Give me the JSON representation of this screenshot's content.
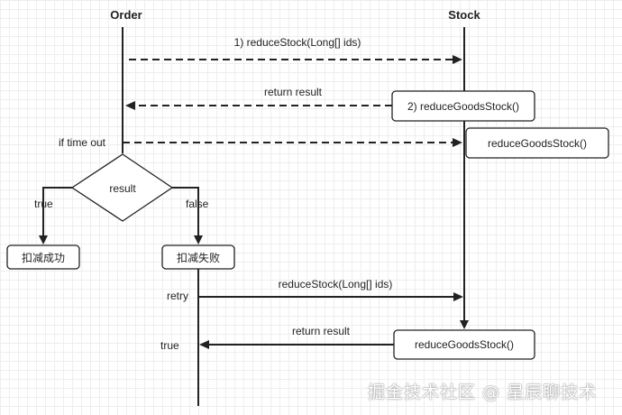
{
  "participants": {
    "order": "Order",
    "stock": "Stock"
  },
  "messages": {
    "m1": "1) reduceStock(Long[] ids)",
    "m2": "return result",
    "m3": "if time out",
    "m4": "reduceStock(Long[] ids)",
    "m5": "return result"
  },
  "boxes": {
    "b1": "2) reduceGoodsStock()",
    "b2": "reduceGoodsStock()",
    "b3": "reduceGoodsStock()",
    "success": "扣减成功",
    "fail": "扣减失败"
  },
  "decision": {
    "label": "result",
    "true_label": "true",
    "false_label": "false"
  },
  "retry_label": "retry",
  "true_label_bottom": "true",
  "watermark": "掘金技术社区 @ 星辰聊技术"
}
